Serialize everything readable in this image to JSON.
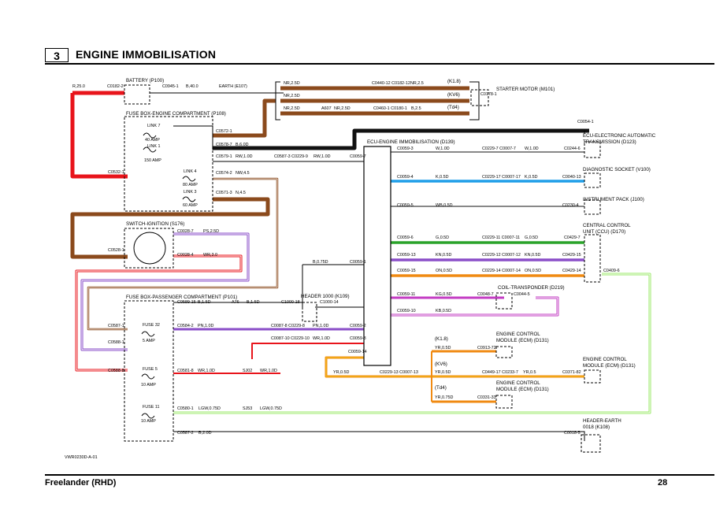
{
  "header": {
    "section_number": "3",
    "title": "ENGINE IMMOBILISATION"
  },
  "footer": {
    "model": "Freelander (RHD)",
    "page_number": "28"
  },
  "diagram_ref": "VWR0230D-A-01",
  "components": {
    "battery": "BATTERY (P100)",
    "earth_e107": "EARTH (E107)",
    "fusebox_engine": "FUSE BOX-ENGINE COMPARTMENT (P108)",
    "link7": "LINK 7",
    "link7_amp": "40 AMP",
    "link1": "LINK 1",
    "link1_amp": "150 AMP",
    "link4": "LINK 4",
    "link4_amp": "80 AMP",
    "link3": "LINK 3",
    "link3_amp": "60 AMP",
    "switch_ignition": "SWITCH-IGNITION (S176)",
    "fusebox_pass": "FUSE BOX-PASSENGER COMPARTMENT (P101)",
    "fuse32": "FUSE 32",
    "fuse32_amp": "5 AMP",
    "fuse5": "FUSE 5",
    "fuse5_amp": "10 AMP",
    "fuse11": "FUSE 11",
    "fuse11_amp": "10 AMP",
    "header1000": "HEADER 1000 (K109)",
    "ecu_imm": "ECU-ENGINE IMMOBILISATION (D139)",
    "starter": "STARTER MOTOR (M101)",
    "ecu_auto1": "ECU-ELECTRONIC AUTOMATIC",
    "ecu_auto2": "TRANSMISSION (D123)",
    "diag": "DIAGNOSTIC SOCKET (V100)",
    "instr": "INSTRUMENT PACK (J100)",
    "ccu1": "CENTRAL CONTROL",
    "ccu2": "UNIT (CCU) (D170)",
    "coil": "COIL-TRANSPONDER (D219)",
    "ecm_k18_1": "ENGINE CONTROL",
    "ecm_k18_2": "MODULE (ECM) (D131)",
    "ecm_kv6_1": "ENGINE CONTROL",
    "ecm_kv6_2": "MODULE (ECM) (D131)",
    "ecm_td4_1": "ENGINE CONTROL",
    "ecm_td4_2": "MODULE (ECM) (D131)",
    "header_earth1": "HEADER-EARTH",
    "header_earth2": "0018 (K108)"
  },
  "variants": {
    "k18": "(K1.8)",
    "kv6": "(KV6)",
    "td4": "(Td4)"
  },
  "wires": {
    "r25": "R,25.0",
    "b40": "B,40.0",
    "nr25": "NR,2.5D",
    "nr25b": "NR,2.5",
    "nr25c": "NR,2.5D",
    "b25": "B,2.5",
    "a607": "A607",
    "b6": "B,6.0D",
    "rw10": "RW,1.0D",
    "rw10b": "RW,1.0D",
    "nw45": "NW,4.5",
    "n45": "N,4.5",
    "ps25": "PS,2.5D",
    "wr30": "WR,3.0",
    "b15": "B,1.5D",
    "b15b": "B,1.5D",
    "a76": "A76",
    "b075": "B,0.75D",
    "pn10": "PN,1.0D",
    "pn10b": "PN,1.0D",
    "wr10": "WR,1.0D",
    "wr10b": "WR,1.0D",
    "sj02": "SJ02",
    "wr10c": "WR,1.0D",
    "lgw075": "LGW,0.75D",
    "sj53": "SJ53",
    "lgw075b": "LGW,0.75D",
    "b20": "B,2.0D",
    "w10": "W,1.0D",
    "w10b": "W,1.0D",
    "k05": "K,0.5D",
    "k05b": "K,0.5D",
    "wb05": "WB,0.5D",
    "g05": "G,0.5D",
    "g05b": "G,0.5D",
    "kn05": "KN,0.5D",
    "kn05b": "KN,0.5D",
    "on05": "ON,0.5D",
    "on05b": "ON,0.5D",
    "kg05": "KG,0.5D",
    "kb05": "KB,0.5D",
    "yr05": "YR,0.5D",
    "yr05b": "YR,0.5D",
    "yr05c": "YR,0.5",
    "yr075": "YR,0.75D",
    "yr05d": "YR,0.5D"
  },
  "connectors": {
    "c01822": "C0182-2",
    "c09451": "C0945-1",
    "c05321": "C0532-1",
    "c05721": "C0572-1",
    "c05787": "C0578-7",
    "c05791": "C0579-1",
    "c05742": "C0574-2",
    "c05713": "C0571-3",
    "c04402": "C0440-12 C0182-12",
    "c04601": "C0460-1 C0180-1",
    "c01781": "C0178-1",
    "c05871": "C0587-3 C0229-9",
    "c00597": "C0059-7",
    "c00541": "C0054-1",
    "c00593": "C0059-3",
    "c02297": "C0229-7 C0007-7",
    "c02446": "C0244-6",
    "c00594": "C0059-4",
    "c022917": "C0229-17 C0007-17",
    "c004013": "C0040-13",
    "c00595": "C0059-5",
    "c02304": "C0230-4",
    "c00596": "C0059-6",
    "c022911": "C0229-11 C0007-11",
    "c04297": "C0429-7",
    "c005913": "C0059-13",
    "c022912": "C0229-12 C0007-12",
    "c042915": "C0429-15",
    "c005915": "C0059-15",
    "c022914": "C0229-14 C0007-14",
    "c042914": "C0429-14",
    "c04096": "C0409-6",
    "c00591": "C0059-1",
    "c00287": "C0028-7",
    "c05281": "C0528-1",
    "c00284": "C0028-4",
    "c058915": "C0589-15",
    "c100018": "C1000-18",
    "c100014": "C1000-14",
    "c005911": "C0059-11",
    "c00487": "C0048-7",
    "c00445": "C0044-5",
    "c005910": "C0059-10",
    "c05871b": "C0587-1",
    "c05842": "C0584-2",
    "c00878": "C0087-8 C0229-8",
    "c00592": "C0059-2",
    "c05881": "C0588-1",
    "c008710": "C0087-10 C0229-10",
    "c00598": "C0059-8",
    "c005914": "C0059-14",
    "c02913": "C0229-13 C0007-13",
    "c091372": "C0913-72",
    "c044917": "C0449-17 C0233-7",
    "c037182": "C0371-82",
    "c03313": "C0331-33",
    "c05888": "C0588-8",
    "c05818": "C0581-8",
    "c05801": "C0580-1",
    "c05872": "C0587-2",
    "c00185": "C0018-5"
  },
  "colors": {
    "red": "#e8141b",
    "brown": "#8b4a1c",
    "black": "#111111",
    "blue": "#1e9ee8",
    "green": "#2aa32a",
    "purple": "#8a4ec8",
    "orange": "#f08a12",
    "lightgreen": "#9be86a",
    "magenta": "#c33cc3",
    "yellow": "#f2c21a"
  }
}
